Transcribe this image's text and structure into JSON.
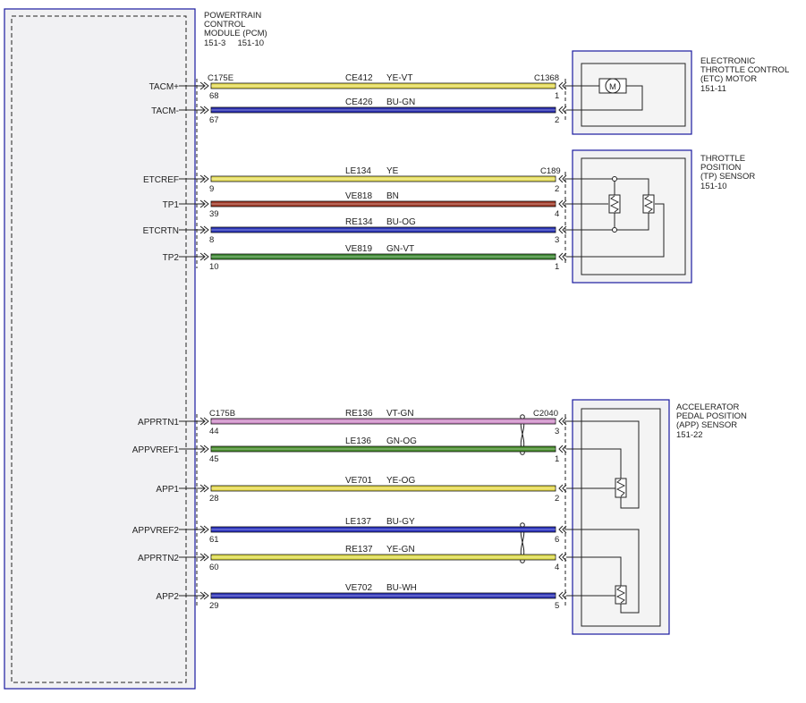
{
  "pcm": {
    "title": [
      "POWERTRAIN",
      "CONTROL",
      "MODULE (PCM)"
    ],
    "ref": "151-3     151-10",
    "connector_top": "C175E",
    "connector_bottom": "C175B"
  },
  "etc_motor": {
    "title": [
      "ELECTRONIC",
      "THROTTLE CONTROL",
      "(ETC) MOTOR"
    ],
    "ref": "151-11",
    "connector": "C1368",
    "motor_symbol": "M"
  },
  "tp_sensor": {
    "title": [
      "THROTTLE",
      "POSITION",
      "(TP) SENSOR"
    ],
    "ref": "151-10",
    "connector": "C189"
  },
  "app_sensor": {
    "title": [
      "ACCELERATOR",
      "PEDAL POSITION",
      "(APP) SENSOR"
    ],
    "ref": "151-22",
    "connector": "C2040"
  },
  "colors": {
    "YE-VT": "#e6dc5a",
    "BU-GN": "#2a2fb0",
    "YE": "#e8e060",
    "BN": "#a03a28",
    "BU-OG": "#2a34b8",
    "GN-VT": "#3f8a34",
    "VT-GN": "#cf8fc9",
    "GN-OG": "#4a8e2e",
    "YE-OG": "#e6da50",
    "BU-GY": "#2a32c0",
    "YE-GN": "#dedc4e",
    "BU-WH": "#2f35b8"
  },
  "wires": [
    {
      "pcm_label": "TACM+",
      "pcm_pin": "68",
      "circuit": "CE412",
      "color": "YE-VT",
      "dest_pin": "1"
    },
    {
      "pcm_label": "TACM-",
      "pcm_pin": "67",
      "circuit": "CE426",
      "color": "BU-GN",
      "dest_pin": "2"
    },
    {
      "pcm_label": "ETCREF",
      "pcm_pin": "9",
      "circuit": "LE134",
      "color": "YE",
      "dest_pin": "2"
    },
    {
      "pcm_label": "TP1",
      "pcm_pin": "39",
      "circuit": "VE818",
      "color": "BN",
      "dest_pin": "4"
    },
    {
      "pcm_label": "ETCRTN",
      "pcm_pin": "8",
      "circuit": "RE134",
      "color": "BU-OG",
      "dest_pin": "3"
    },
    {
      "pcm_label": "TP2",
      "pcm_pin": "10",
      "circuit": "VE819",
      "color": "GN-VT",
      "dest_pin": "1"
    },
    {
      "pcm_label": "APPRTN1",
      "pcm_pin": "44",
      "circuit": "RE136",
      "color": "VT-GN",
      "dest_pin": "3"
    },
    {
      "pcm_label": "APPVREF1",
      "pcm_pin": "45",
      "circuit": "LE136",
      "color": "GN-OG",
      "dest_pin": "1"
    },
    {
      "pcm_label": "APP1",
      "pcm_pin": "28",
      "circuit": "VE701",
      "color": "YE-OG",
      "dest_pin": "2"
    },
    {
      "pcm_label": "APPVREF2",
      "pcm_pin": "61",
      "circuit": "LE137",
      "color": "BU-GY",
      "dest_pin": "6"
    },
    {
      "pcm_label": "APPRTN2",
      "pcm_pin": "60",
      "circuit": "RE137",
      "color": "YE-GN",
      "dest_pin": "4"
    },
    {
      "pcm_label": "APP2",
      "pcm_pin": "29",
      "circuit": "VE702",
      "color": "BU-WH",
      "dest_pin": "5"
    }
  ]
}
